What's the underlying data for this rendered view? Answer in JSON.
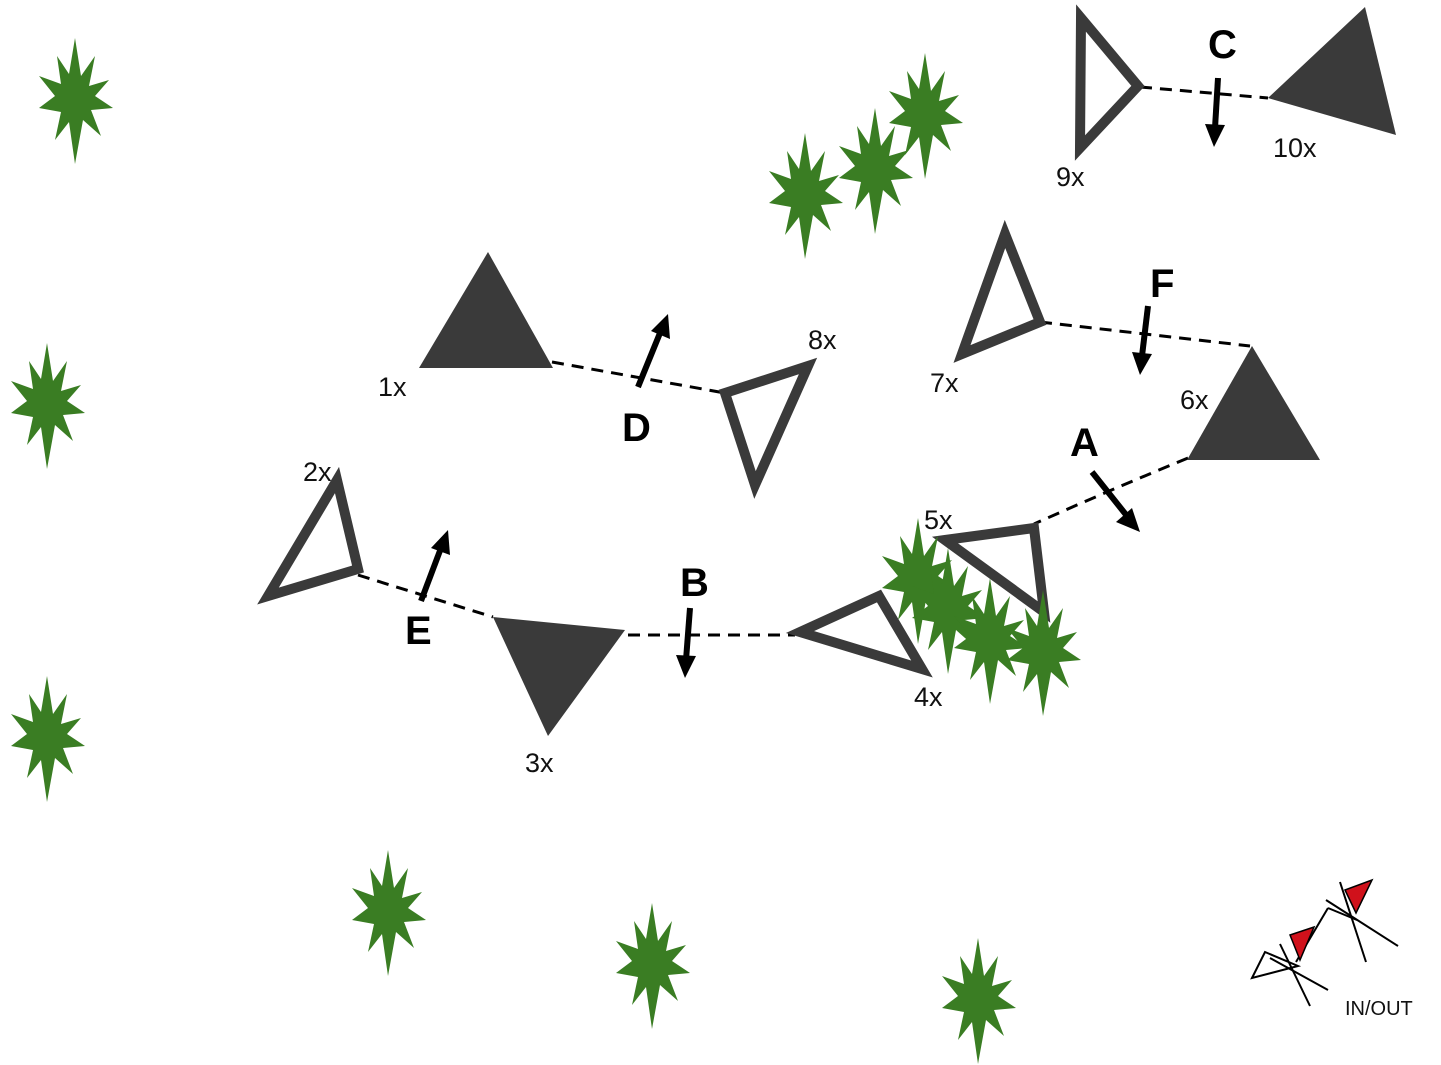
{
  "colors": {
    "triangle": "#3a3a3a",
    "bush": "#3a7d23",
    "arrow": "#000000",
    "flag": "#d0111b"
  },
  "icons": {
    "filled_marker": "filled-triangle-icon",
    "hollow_marker": "hollow-triangle-icon",
    "bush": "bush-icon",
    "arrow": "arrow-icon",
    "legend": "in-out-legend-icon"
  },
  "markers": [
    {
      "label": "1x",
      "style": "filled"
    },
    {
      "label": "2x",
      "style": "hollow"
    },
    {
      "label": "3x",
      "style": "filled"
    },
    {
      "label": "4x",
      "style": "hollow"
    },
    {
      "label": "5x",
      "style": "hollow"
    },
    {
      "label": "6x",
      "style": "filled"
    },
    {
      "label": "7x",
      "style": "hollow"
    },
    {
      "label": "8x",
      "style": "hollow"
    },
    {
      "label": "9x",
      "style": "hollow"
    },
    {
      "label": "10x",
      "style": "filled"
    }
  ],
  "lanes": [
    {
      "label": "A"
    },
    {
      "label": "B"
    },
    {
      "label": "C"
    },
    {
      "label": "D"
    },
    {
      "label": "E"
    },
    {
      "label": "F"
    }
  ],
  "legend": {
    "label": "IN/OUT"
  }
}
